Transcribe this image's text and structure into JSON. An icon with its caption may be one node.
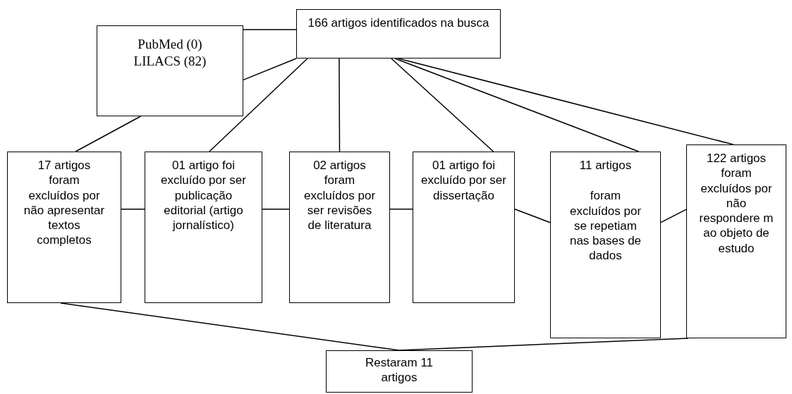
{
  "diagram": {
    "nodes": [
      {
        "text": [
          "PubMed (0)",
          "LILACS (82)"
        ]
      },
      {
        "text": [
          "166 artigos identificados na busca"
        ]
      },
      {
        "text": [
          "17 artigos foram excluídos por não apresentar textos completos"
        ]
      },
      {
        "text": [
          "01 artigo foi excluído por ser publicação editorial (artigo jornalístico)"
        ]
      },
      {
        "text": [
          "02 artigos foram excluídos por ser revisões de literatura"
        ]
      },
      {
        "text": [
          "01 artigo foi excluído por ser dissertação"
        ]
      },
      {
        "text": [
          "11 artigos",
          "foram excluídos por se repetiam nas bases de dados"
        ]
      },
      {
        "text": [
          "122 artigos foram excluídos por não respondere m ao objeto de estudo"
        ]
      },
      {
        "text": [
          "Restaram 11 artigos"
        ]
      }
    ],
    "edges": [
      {
        "from": 0,
        "to": 1,
        "arrow": "none"
      },
      {
        "from": 0,
        "to": 1,
        "arrow": "none"
      },
      {
        "from": 0,
        "to": 2,
        "arrow": "none"
      },
      {
        "from": 1,
        "to": 3,
        "arrow": "none"
      },
      {
        "from": 1,
        "to": 4,
        "arrow": "none"
      },
      {
        "from": 1,
        "to": 5,
        "arrow": "none"
      },
      {
        "from": 1,
        "to": 6,
        "arrow": "none"
      },
      {
        "from": 1,
        "to": 7,
        "arrow": "none"
      },
      {
        "from": 2,
        "to": 3,
        "arrow": "none"
      },
      {
        "from": 3,
        "to": 4,
        "arrow": "none"
      },
      {
        "from": 4,
        "to": 5,
        "arrow": "none"
      },
      {
        "from": 5,
        "to": 6,
        "arrow": "none"
      },
      {
        "from": 6,
        "to": 7,
        "arrow": "none"
      },
      {
        "from": 2,
        "to": 8,
        "arrow": "none"
      },
      {
        "from": 7,
        "to": 8,
        "arrow": "none"
      }
    ]
  }
}
